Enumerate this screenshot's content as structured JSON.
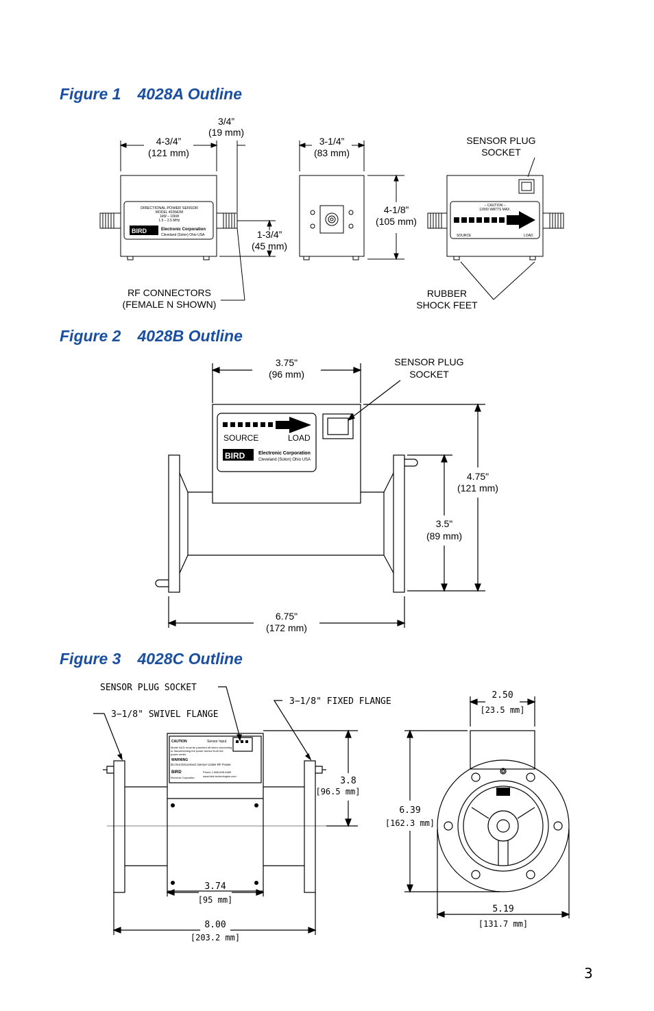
{
  "page_number": "3",
  "figures": [
    {
      "number": "Figure 1",
      "title": "4028A Outline",
      "callouts": {
        "length": "4-3/4”",
        "length_mm": "(121 mm)",
        "connector": "3/4”",
        "connector_mm": "(19 mm)",
        "width": "3-1/4”",
        "width_mm": "(83 mm)",
        "height": "4-1/8”",
        "height_mm": "(105 mm)",
        "center_height": "1-3/4”",
        "center_height_mm": "(45 mm)",
        "sensor_socket_1": "SENSOR PLUG",
        "sensor_socket_2": "SOCKET",
        "rf_connectors_1": "RF CONNECTORS",
        "rf_connectors_2": "(FEMALE N SHOWN)",
        "shock_feet_1": "RUBBER",
        "shock_feet_2": "SHOCK FEET"
      },
      "labels": {
        "sensor_line1": "DIRECTIONAL POWER SENSOR",
        "sensor_line2": "MODEL 4028A2M",
        "sensor_line3": "1kW – 10kW",
        "sensor_line4": "1.5 – 2.5 MHz",
        "brand": "BIRD",
        "company": "Electronic Corporation",
        "location": "Cleveland (Solon) Ohio USA",
        "caution": "– CAUTION –",
        "max_power": "12000 WATTS MAX.",
        "source": "SOURCE",
        "load": "LOAD"
      }
    },
    {
      "number": "Figure 2",
      "title": "4028B Outline",
      "callouts": {
        "top_width": "3.75\"",
        "top_width_mm": "(96 mm)",
        "sensor_socket_1": "SENSOR PLUG",
        "sensor_socket_2": "SOCKET",
        "height": "4.75\"",
        "height_mm": "(121 mm)",
        "flange": "3.5\"",
        "flange_mm": "(89 mm)",
        "length": "6.75\"",
        "length_mm": "(172 mm)"
      },
      "labels": {
        "source": "SOURCE",
        "load": "LOAD",
        "brand": "BIRD",
        "company": "Electronic Corporation",
        "location": "Cleveland (Solon) Ohio USA"
      }
    },
    {
      "number": "Figure 3",
      "title": "4028C Outline",
      "callouts": {
        "sensor_socket": "SENSOR PLUG SOCKET",
        "swivel_flange": "3−1/8\" SWIVEL FLANGE",
        "fixed_flange": "3−1/8\" FIXED FLANGE",
        "body_height": "3.8",
        "body_height_mm": "[96.5 mm]",
        "body_length": "3.74",
        "body_length_mm": "[95 mm]",
        "overall_length": "8.00",
        "overall_length_mm": "[203.2 mm]",
        "top_width": "2.50",
        "top_width_mm": "[23.5 mm]",
        "overall_height": "6.39",
        "overall_height_mm": "[162.3 mm]",
        "flange_diameter": "5.19",
        "flange_diameter_mm": "[131.7 mm]"
      },
      "labels": {
        "caution": "CAUTION",
        "sensor_input": "Sensor Input",
        "caution_text_1": "Model 4421 must be powered off when connecting",
        "caution_text_2": "or disconnecting the power sensor from the",
        "caution_text_3": "power meter.",
        "warning": "WARNING",
        "warning_text": "Do Not Disconnect Sensor Under RF Power.",
        "brand": "BIRD",
        "company": "Electronic Corporation",
        "phone": "Phone 1-866-695-4569",
        "web": "www.bird-technologies.com"
      }
    }
  ]
}
